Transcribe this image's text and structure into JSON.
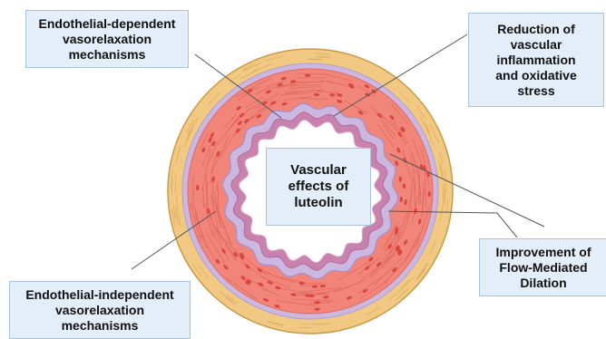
{
  "labels": {
    "endothelial_dependent": "Endothelial-dependent\nvasorelaxation\nmechanisms",
    "inflammation": "Reduction of\nvascular\ninflammation\nand oxidative\nstress",
    "center": "Vascular\neffects of\nluteolin",
    "flow_mediated": "Improvement of\nFlow-Mediated\nDilation",
    "endothelial_independent": "Endothelial-independent\nvasorelaxation\nmechanisms"
  },
  "colors": {
    "adventitia": "#f2c983",
    "adventitia_edge": "#c99a48",
    "media": "#f2857a",
    "media_line": "#e06b60",
    "nucleus": "#d9463d",
    "elastic_lamina": "#cbb7df",
    "endothelium": "#c982ad",
    "lumen": "#ffffff",
    "callout_fill": "#e4eef9",
    "callout_border": "#a9c3de",
    "leader_line": "#555555"
  }
}
